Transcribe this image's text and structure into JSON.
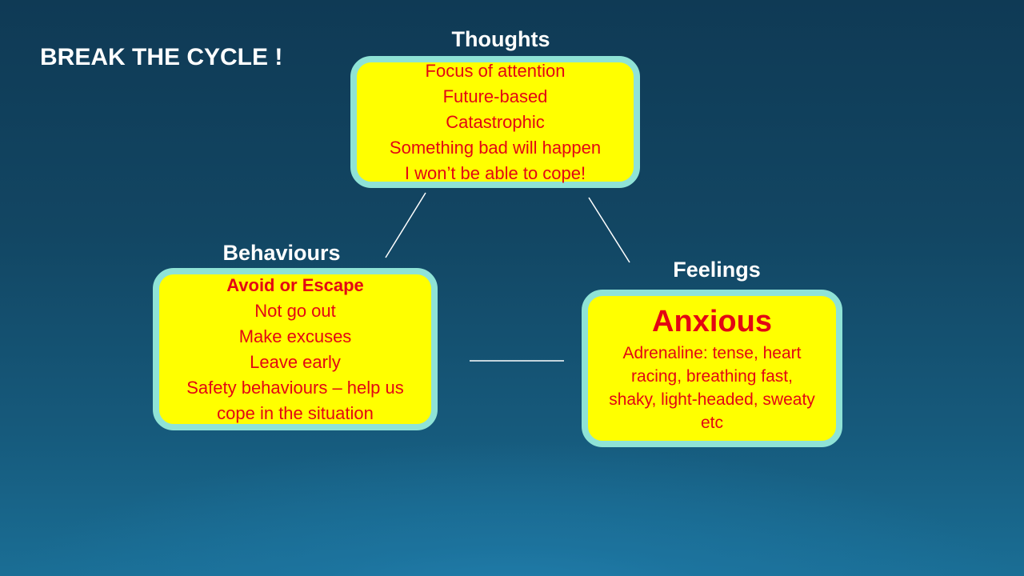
{
  "slide": {
    "title": "BREAK THE CYCLE !"
  },
  "thoughts": {
    "heading": "Thoughts",
    "lines": [
      "Focus of attention",
      "Future-based",
      "Catastrophic",
      "Something bad will happen",
      "I won’t be able to cope!"
    ]
  },
  "behaviours": {
    "heading": "Behaviours",
    "lines": [
      "Avoid or Escape",
      "Not go out",
      "Make excuses",
      "Leave early",
      "Safety behaviours – help us",
      "cope in the situation"
    ]
  },
  "feelings": {
    "heading": "Feelings",
    "emphasis": "Anxious",
    "lines": [
      "Adrenaline:  tense, heart",
      "racing, breathing fast,",
      "shaky, light-headed, sweaty",
      "etc"
    ]
  },
  "colors": {
    "box_fill": "#ffff00",
    "box_border": "#8fe3d6",
    "box_text": "#e30613",
    "heading_text": "#ffffff"
  }
}
